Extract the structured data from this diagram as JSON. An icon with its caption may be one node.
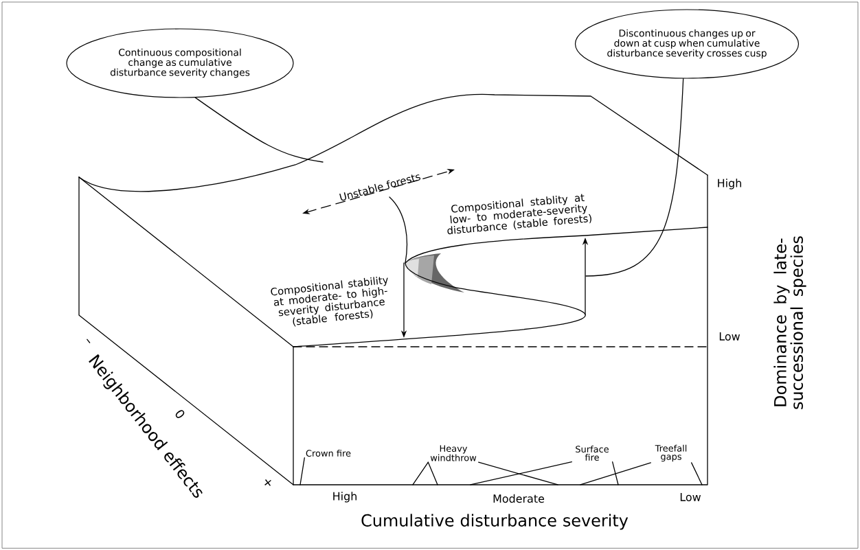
{
  "diagram": {
    "nodes": [
      {
        "text": [
          "Continuous compositional change as cumulative disturbance severity changes"
        ]
      },
      {
        "text": [
          "Discontinuous changes up or down at cusp when cumulative disturbance severity crosses cusp"
        ]
      },
      {
        "text": [
          "Crown fire"
        ]
      },
      {
        "text": [
          "Heavy windthrow"
        ]
      },
      {
        "text": [
          "Surface fire"
        ]
      },
      {
        "text": [
          "Treefall gaps"
        ]
      }
    ],
    "edges": [
      {
        "from": 0,
        "to": null,
        "arrow": "none"
      },
      {
        "from": 1,
        "to": null,
        "arrow": "none"
      },
      {
        "from": 2,
        "to": null,
        "arrow": "none"
      },
      {
        "from": 3,
        "to": null,
        "arrow": "none"
      },
      {
        "from": 3,
        "to": null,
        "arrow": "none"
      },
      {
        "from": 3,
        "to": null,
        "arrow": "none"
      },
      {
        "from": 4,
        "to": null,
        "arrow": "none"
      },
      {
        "from": 4,
        "to": null,
        "arrow": "none"
      },
      {
        "from": 5,
        "to": null,
        "arrow": "none"
      },
      {
        "from": 5,
        "to": null,
        "arrow": "none"
      }
    ],
    "labels": [
      "Unstable forests",
      "Compositional stablity at low- to moderate-severity disturbance (stable forests)",
      "Compositional stability at moderate- to high-severity disturbance (stable forests)",
      "High",
      "Low",
      "Dominance by late-successional species",
      "–",
      "0",
      "+",
      "Neighborhood effects",
      "High",
      "Moderate",
      "Low",
      "Cumulative disturbance severity"
    ]
  }
}
